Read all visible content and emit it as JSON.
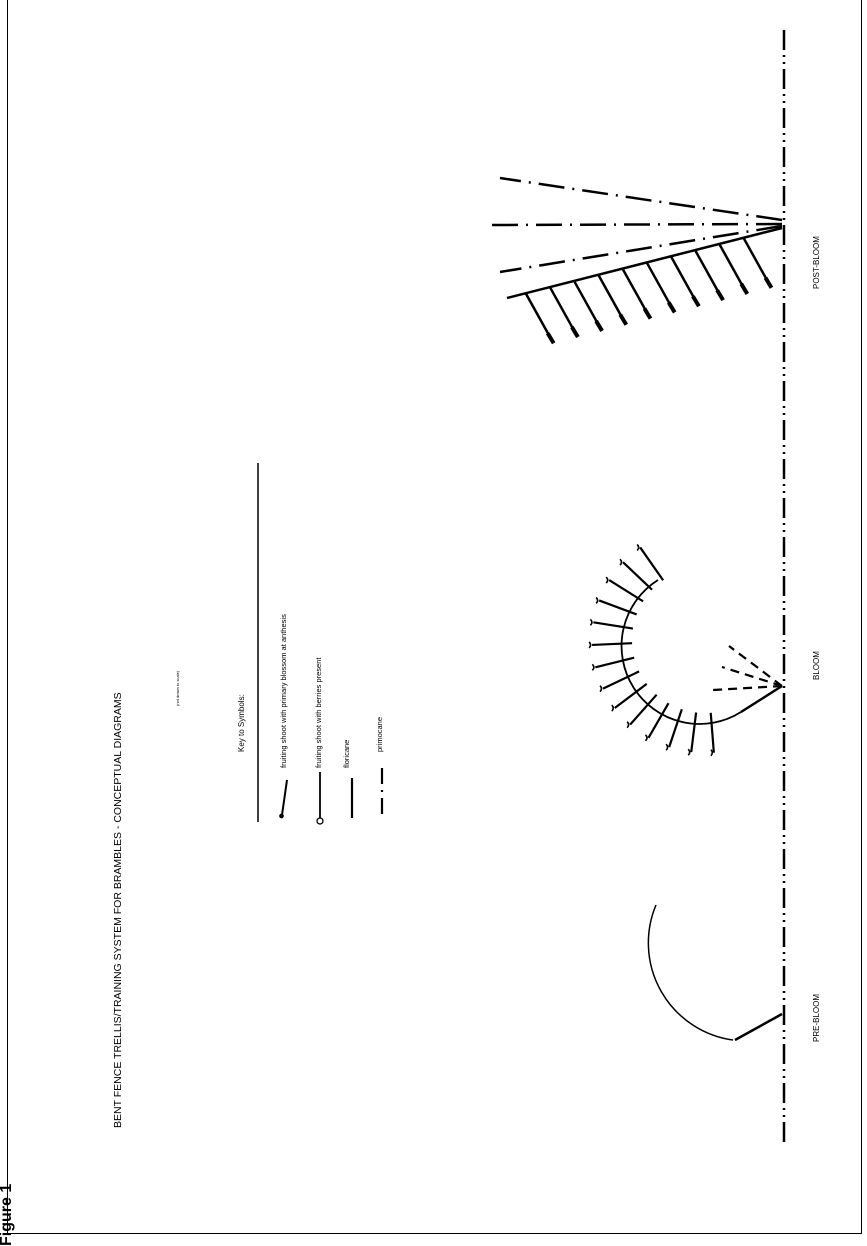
{
  "figure_label": "Figure 1",
  "title": "BENT FENCE TRELLIS/TRAINING SYSTEM FOR BRAMBLES - CONCEPTUAL DIAGRAMS",
  "subtitle": "(not drawn to scale)",
  "key": {
    "heading": "Key to Symbols:",
    "items": [
      {
        "symbol": "fruiting-shoot-blossom",
        "label": "fruiting shoot with primary blossom at anthesis"
      },
      {
        "symbol": "fruiting-shoot-berries",
        "label": "fruiting shoot with berries present"
      },
      {
        "symbol": "floricane",
        "label": "floricane"
      },
      {
        "symbol": "primocane",
        "label": "primocane"
      }
    ]
  },
  "stages": [
    "PRE-BLOOM",
    "BLOOM",
    "POST-BLOOM"
  ],
  "colors": {
    "ink": "#000000",
    "background": "#ffffff"
  }
}
